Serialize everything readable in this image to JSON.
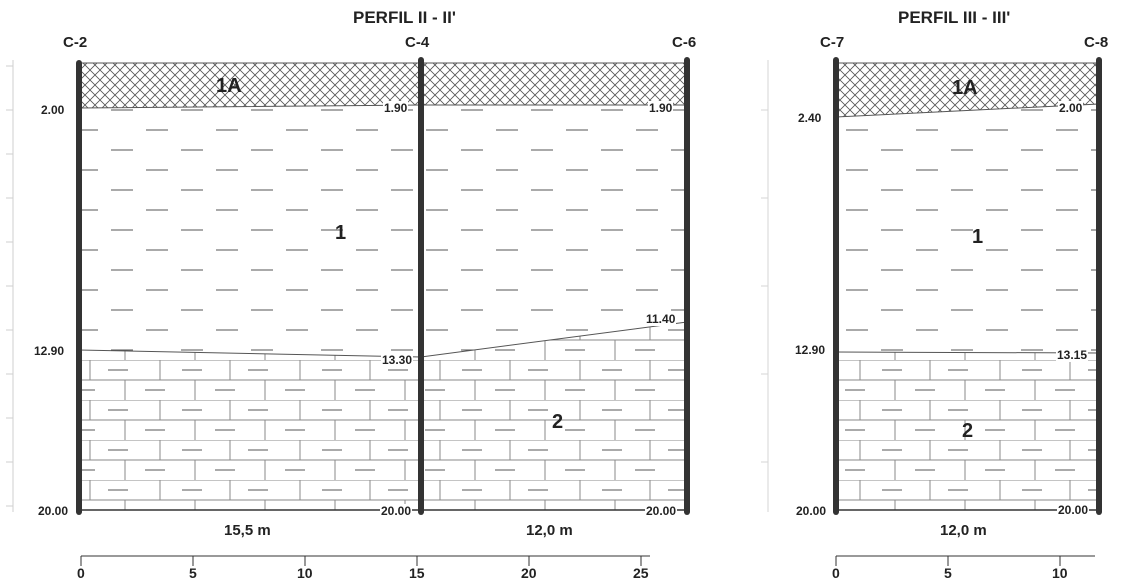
{
  "profiles": [
    {
      "title": "PERFIL II - II'",
      "boreholes": [
        "C-2",
        "C-4",
        "C-6"
      ],
      "depth_labels": [
        "2.00",
        "1.90",
        "1.90",
        "12.90",
        "13.30",
        "11.40",
        "20.00",
        "20.00",
        "20.00"
      ],
      "layer_labels": [
        "1A",
        "1",
        "2"
      ],
      "distances": [
        "15,5 m",
        "12,0 m"
      ],
      "scale_ticks": [
        "0",
        "5",
        "10",
        "15",
        "20",
        "25"
      ]
    },
    {
      "title": "PERFIL III - III'",
      "boreholes": [
        "C-7",
        "C-8"
      ],
      "depth_labels": [
        "2.40",
        "2.00",
        "12.90",
        "13.15",
        "20.00",
        "20.00"
      ],
      "layer_labels": [
        "1A",
        "1",
        "2"
      ],
      "distances": [
        "12,0 m"
      ],
      "scale_ticks": [
        "0",
        "5",
        "10"
      ]
    }
  ],
  "colors": {
    "ink": "#222222",
    "hatch": "#555555",
    "brick": "#8a8a8a",
    "dash": "#555555",
    "background": "#ffffff"
  }
}
